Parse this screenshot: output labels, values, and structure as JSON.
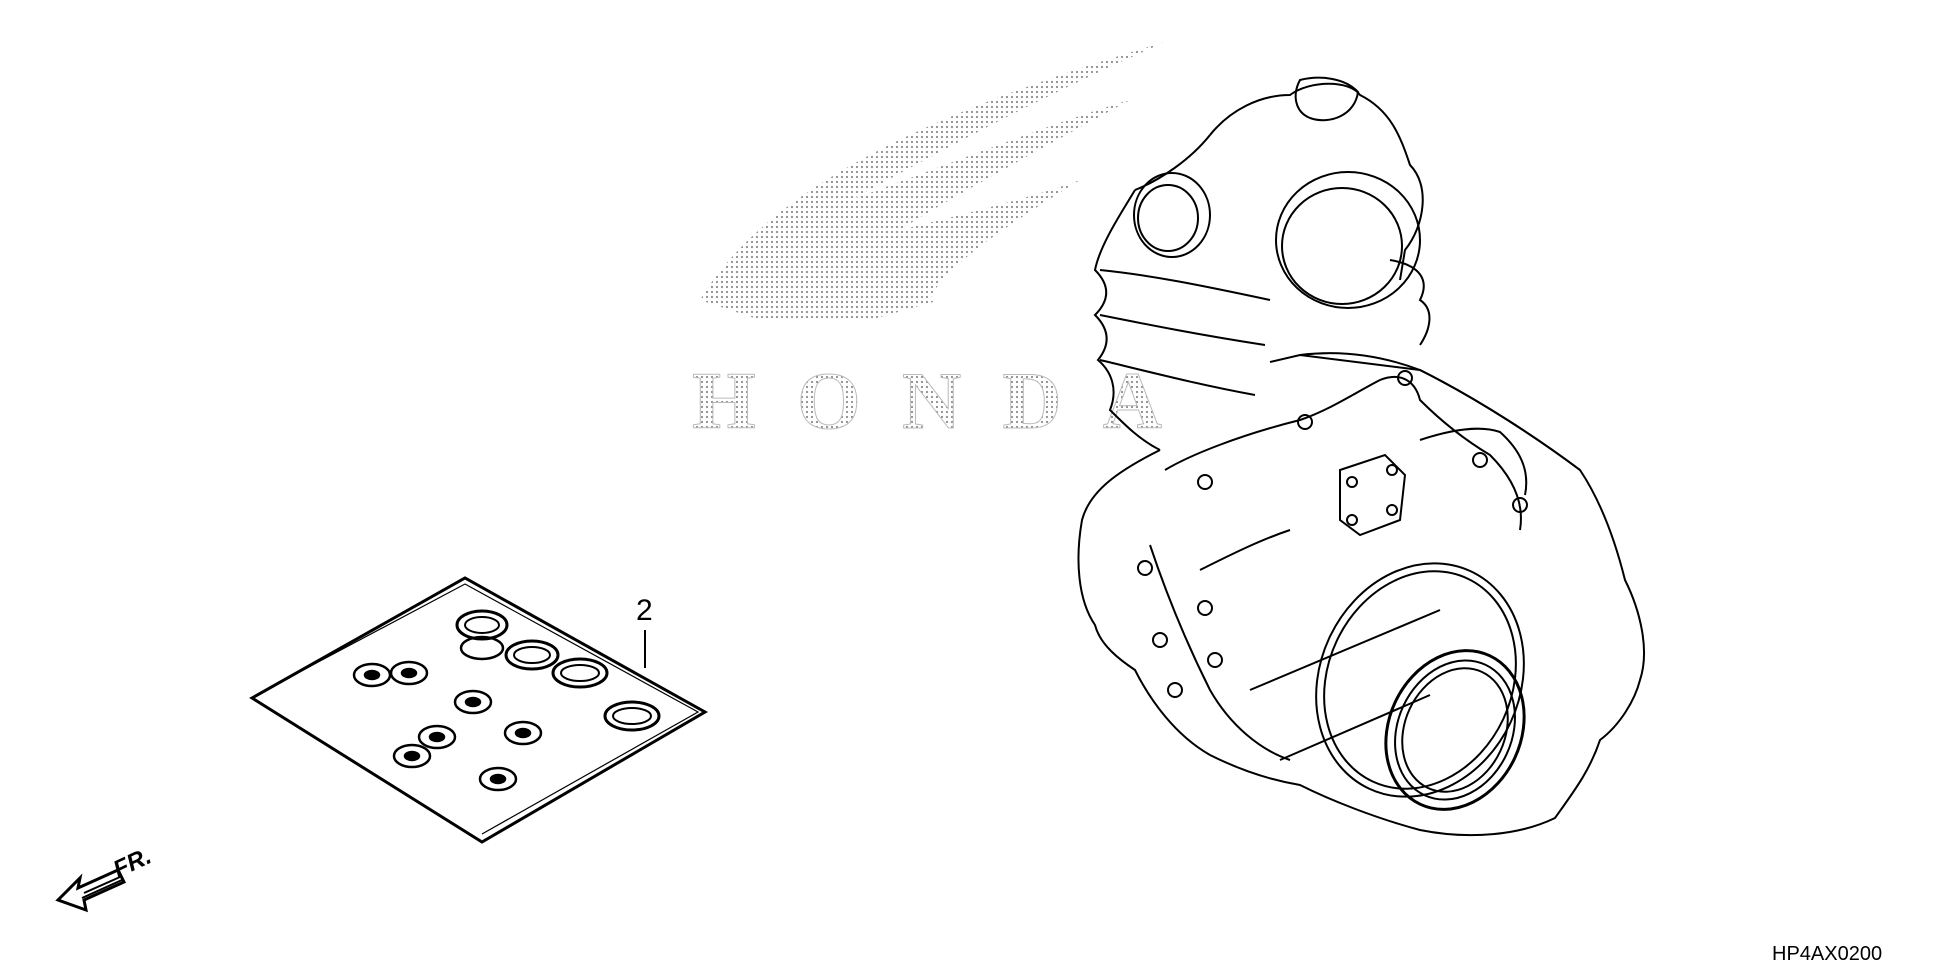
{
  "diagram": {
    "background": "#ffffff",
    "ink": "#000000",
    "watermark": {
      "text": "HONDA",
      "color": "#9a9a9a"
    },
    "callouts": [
      {
        "id": "part-2",
        "label": "2"
      }
    ],
    "direction_marker": {
      "label": "FR."
    },
    "diagram_code": "HP4AX0200"
  }
}
